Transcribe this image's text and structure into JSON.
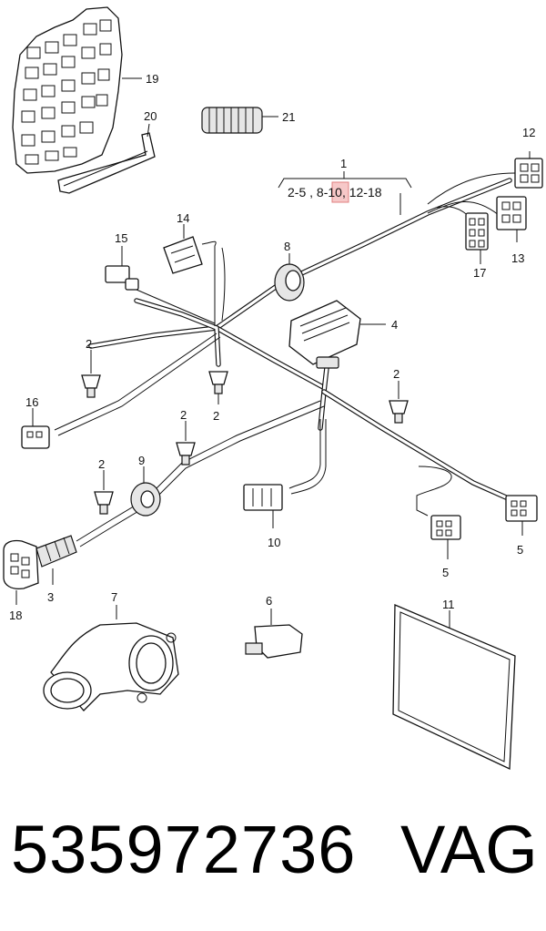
{
  "diagram": {
    "callouts": {
      "c1": "1",
      "c2a": "2",
      "c2b": "2",
      "c2c": "2",
      "c2d": "2",
      "c2e": "2",
      "c3": "3",
      "c4": "4",
      "c5a": "5",
      "c5b": "5",
      "c6": "6",
      "c7": "7",
      "c8": "8",
      "c9": "9",
      "c10": "10",
      "c11": "11",
      "c12": "12",
      "c13": "13",
      "c14": "14",
      "c15": "15",
      "c16": "16",
      "c17": "17",
      "c18": "18",
      "c19": "19",
      "c20": "20",
      "c21": "21"
    },
    "range_part1": "2-5 , 8-",
    "range_highlight": "10",
    "range_part2": ", 12-18",
    "highlight_color": "#e8a0a0"
  },
  "footer": {
    "part_number": "535972736",
    "brand": "VAG"
  }
}
